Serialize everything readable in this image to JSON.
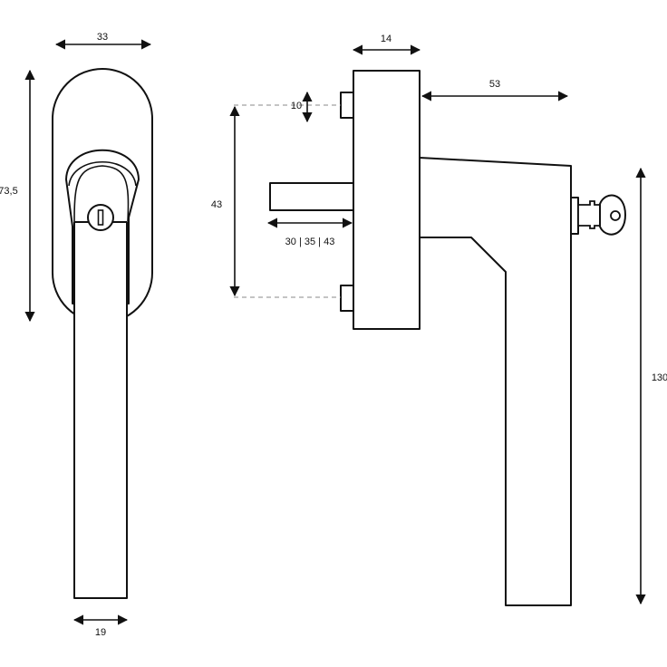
{
  "dimensions": {
    "top_width": "33",
    "height_left": "73,5",
    "bottom_width": "19",
    "rosette_depth": "14",
    "pin_height": "10",
    "pin_spacing": "43",
    "spindle_lengths": "30 | 35 | 43",
    "projection": "53",
    "handle_length": "130"
  },
  "colors": {
    "line": "#111111",
    "dashed_guide": "#888888",
    "background": "#ffffff"
  },
  "icons": {
    "lock_cylinder": "keyhole-icon",
    "key": "key-icon"
  }
}
